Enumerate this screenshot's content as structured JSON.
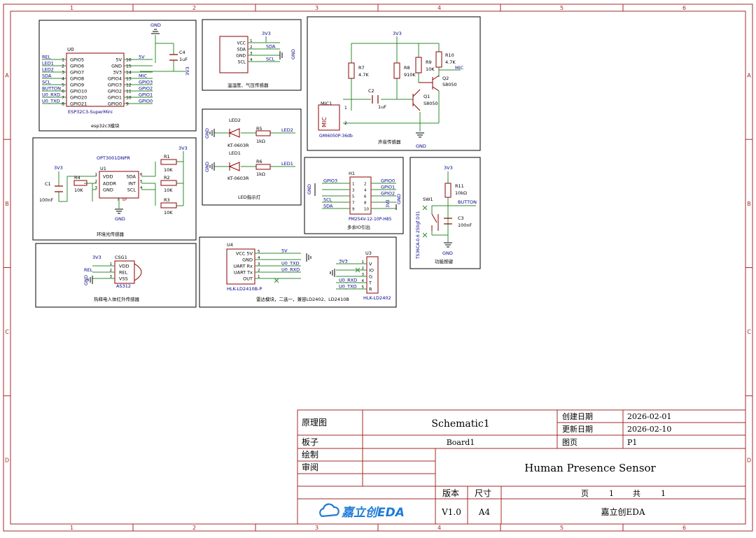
{
  "frame": {
    "columns": [
      "1",
      "2",
      "3",
      "4",
      "5",
      "6"
    ],
    "rows": [
      "A",
      "B",
      "C",
      "D"
    ]
  },
  "colors": {
    "frame": "#a52a2a",
    "wire": "#2e8b2e",
    "part": "#8b0000",
    "label": "#00008b",
    "net": "#00008b"
  },
  "esp32": {
    "ref": "U0",
    "name": "ESP32C3-SuperMini",
    "caption": "esp32c3模块",
    "left_nets": [
      "REL",
      "LED1",
      "LED2",
      "SDA",
      "SCL",
      "BUTTON",
      "U0_RXD",
      "U0_TXD"
    ],
    "left_nums": [
      "1",
      "2",
      "3",
      "4",
      "5",
      "6",
      "7",
      "8"
    ],
    "left_pins": [
      "GPIO5",
      "GPIO6",
      "GPIO7",
      "GPIO8",
      "GPIO9",
      "GPIO10",
      "GPIO20",
      "GPIO21"
    ],
    "right_pins": [
      "5V",
      "GND",
      "3V3",
      "GPIO4",
      "GPIO3",
      "GPIO2",
      "GPIO1",
      "GPIO0"
    ],
    "right_nums": [
      "16",
      "15",
      "14",
      "13",
      "12",
      "11",
      "10",
      "9"
    ],
    "right_nets": [
      "5V",
      "",
      "",
      "MIC",
      "GPIO3",
      "GPIO2",
      "GPIO1",
      "GPIO0"
    ],
    "cap_ref": "C4",
    "cap_val": "1uF",
    "gnd": "GND",
    "v33": "3V3"
  },
  "bmp": {
    "caption": "温湿度、气压传感器",
    "pins": [
      "VCC",
      "SDA",
      "GND",
      "SCL"
    ],
    "nets": [
      "3V3",
      "SDA",
      "GND",
      "SCL"
    ],
    "nums": [
      "1",
      "2",
      "3",
      "4"
    ]
  },
  "mic": {
    "caption": "声音传感器",
    "v33": "3V3",
    "gnd": "GND",
    "r7": "R7",
    "r7v": "4.7K",
    "r8": "R8",
    "r8v": "910K",
    "r9": "R9",
    "r9v": "10K",
    "r10": "R10",
    "r10v": "4.7K",
    "c2": "C2",
    "c2v": "1uF",
    "q1": "Q1",
    "q1v": "S8050",
    "q2": "Q2",
    "q2v": "S8050",
    "mic_ref": "MIC1",
    "mic_name": "GMI6050P-36db",
    "mic_pin": "MIC",
    "mic_net": "MIC",
    "pin1": "1",
    "pin2": "2"
  },
  "light": {
    "caption": "环境光传感器",
    "part": "OPT3001DNPR",
    "ref": "U1",
    "pins_l": [
      "VDD",
      "ADDR",
      "GND"
    ],
    "pins_r": [
      "SDA",
      "INT",
      "SCL"
    ],
    "nums_l": [
      "1",
      "2",
      "3"
    ],
    "nums_r": [
      "6",
      "5",
      "4"
    ],
    "r1": "R1",
    "r1v": "10K",
    "r2": "R2",
    "r2v": "10K",
    "r3": "R3",
    "r3v": "10K",
    "r4": "R4",
    "r4v": "10K",
    "c1": "C1",
    "c1v": "100nF",
    "v33": "3V3",
    "gnd": "GND",
    "ep": "EP",
    "ep_num": "7"
  },
  "led": {
    "caption": "LED指示灯",
    "led2": "LED2",
    "led1": "LED1",
    "part": "KT-0603R",
    "r5": "R5",
    "r6": "R6",
    "rv": "1kΩ",
    "net2": "LED2",
    "net1": "LED1",
    "gnd": "GND"
  },
  "header": {
    "caption": "多余IO引出",
    "ref": "H1",
    "part": "PM254V-12-10P-H85",
    "left_nets": [
      "GPIO3",
      "GND",
      "GND",
      "SCL",
      "SDA"
    ],
    "right_nets": [
      "GPIO0",
      "GPIO1",
      "GPIO2",
      "3V3",
      "GND"
    ],
    "left_nums": [
      "1",
      "3",
      "5",
      "7",
      "9"
    ],
    "right_nums": [
      "2",
      "4",
      "6",
      "8",
      "10"
    ],
    "gnd": "GND"
  },
  "button": {
    "caption": "功能按键",
    "v33": "3V3",
    "r": "R11",
    "rv": "10kΩ",
    "net": "BUTTON",
    "sw": "SW1",
    "sw_part": "TS36CA-0.6 250gf D31",
    "c": "C3",
    "cv": "100nF",
    "gnd": "GND"
  },
  "pir": {
    "caption": "热释电人体红外传感器",
    "ref": "CSG1",
    "part": "AS312",
    "pins": [
      "VDD",
      "REL",
      "VSS"
    ],
    "nums": [
      "1",
      "2",
      "3"
    ],
    "v33": "3V3",
    "net": "REL",
    "gnd": "GND"
  },
  "radar": {
    "caption": "雷达模块，二选一，兼容LD2402、LD2410B",
    "u4": "U4",
    "u4_part": "HLK-LD2410B-P",
    "u4_pins": [
      "VCC 5V",
      "GND",
      "UART Rx",
      "UART Tx",
      "OUT"
    ],
    "u4_nums": [
      "5",
      "4",
      "3",
      "2",
      "1"
    ],
    "u4_nets": [
      "5V",
      "",
      "U0_TXD",
      "U0_RXD",
      ""
    ],
    "u3": "U3",
    "u3_part": "HLK-LD2402",
    "u3_pins": [
      "V",
      "IO",
      "G",
      "T",
      "R"
    ],
    "u3_nums": [
      "1",
      "2",
      "3",
      "4",
      "5"
    ],
    "u3_nets": [
      "3V3",
      "",
      "GND",
      "U0_RXD",
      "U0_TXD"
    ]
  },
  "title_block": {
    "schematic_label": "原理图",
    "schematic": "Schematic1",
    "created_label": "创建日期",
    "created": "2026-02-01",
    "updated_label": "更新日期",
    "updated": "2026-02-10",
    "board_label": "板子",
    "board": "Board1",
    "page_label": "图页",
    "page": "P1",
    "drawn_label": "绘制",
    "review_label": "审阅",
    "title": "Human Presence Sensor",
    "version_label": "版本",
    "size_label": "尺寸",
    "page_of_label": "页",
    "page_num": "1",
    "total_label": "共",
    "total": "1",
    "version": "V1.0",
    "size": "A4",
    "company": "嘉立创EDA",
    "logo": "嘉立创EDA"
  }
}
